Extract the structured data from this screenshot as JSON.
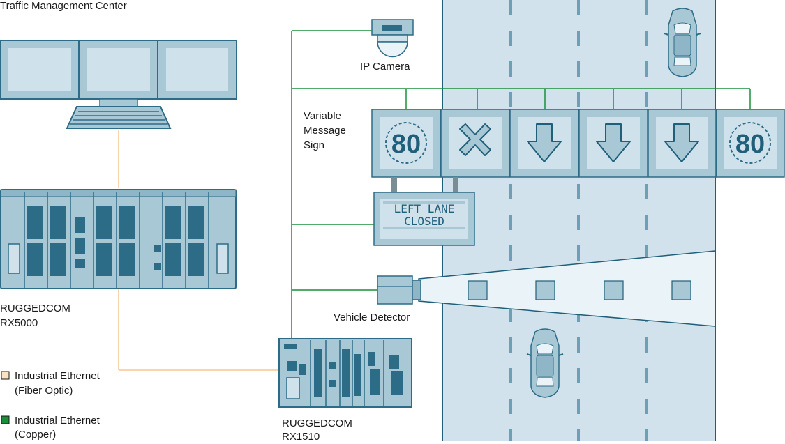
{
  "colors": {
    "road": "#d1e2ec",
    "roadEdge": "#1f5f7a",
    "device": "#a9c8d6",
    "deviceDark": "#2d6c86",
    "screen": "#cfe2ec",
    "copper": "#1a8f3a",
    "fiber": "#f6c792",
    "text": "#1a1a1a"
  },
  "labels": {
    "tmc": "Traffic Management Center",
    "ip_camera": "IP Camera",
    "vms_line1": "Variable",
    "vms_line2": "Message",
    "vms_line3": "Sign",
    "rx5000_line1": "RUGGEDCOM",
    "rx5000_line2": "RX5000",
    "vehicle_detector": "Vehicle Detector",
    "rx1510_line1": "RUGGEDCOM",
    "rx1510_line2": "RX1510"
  },
  "message_sign": {
    "line1": "LEFT LANE",
    "line2": "CLOSED"
  },
  "lane_signs": [
    "80",
    "x-icon",
    "arrow-down-icon",
    "arrow-down-icon",
    "arrow-down-icon",
    "80"
  ],
  "legend": {
    "fiber_line1": "Industrial Ethernet",
    "fiber_line2": "(Fiber Optic)",
    "copper_line1": "Industrial Ethernet",
    "copper_line2": "(Copper)"
  }
}
